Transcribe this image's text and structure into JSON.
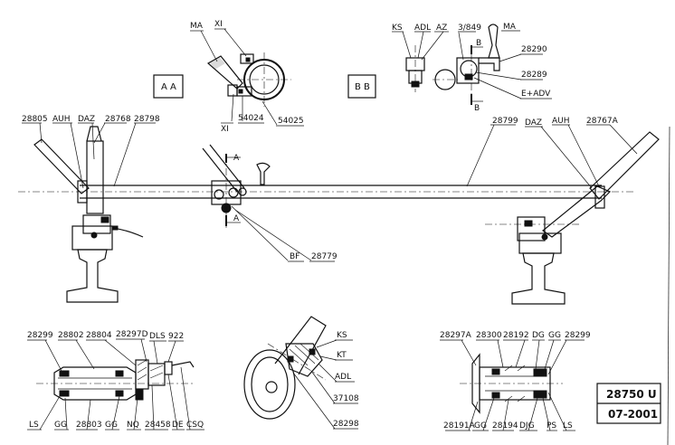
{
  "view_boxes": {
    "aa": "A A",
    "bb": "B B"
  },
  "title_block": {
    "number": "28750 U",
    "date": "07-2001"
  },
  "labels": {
    "detail_a": {
      "ma": "MA",
      "xi_top": "XI",
      "xi_bottom": "XI",
      "p54024": "54024",
      "p54025": "54025"
    },
    "detail_b": {
      "ks": "KS",
      "adl": "ADL",
      "az": "AZ",
      "s3849": "3/849",
      "b_top": "B",
      "b_bottom": "B",
      "ma": "MA",
      "p28290": "28290",
      "p28289": "28289",
      "eadv": "E+ADV"
    },
    "main": {
      "p28805": "28805",
      "auh_l": "AUH",
      "daz_l": "DAZ",
      "p28768": "28768",
      "p28798": "28798",
      "p28799": "28799",
      "daz_r": "DAZ",
      "auh_r": "AUH",
      "p28767a": "28767A",
      "a_top": "A",
      "a_bottom": "A",
      "bf": "BF",
      "p28779": "28779"
    },
    "bottom_left": {
      "p28299": "28299",
      "p28802": "28802",
      "p28804": "28804",
      "p28297d": "28297D",
      "dls": "DLS",
      "p922": "922",
      "ls": "LS",
      "gg1": "GG",
      "p28803": "28803",
      "gg2": "GG",
      "nq": "NQ",
      "p28458": "28458",
      "de": "DE",
      "csq": "CSQ"
    },
    "bottom_mid": {
      "ks": "KS",
      "kt": "KT",
      "adl": "ADL",
      "p37108": "37108",
      "p28298": "28298"
    },
    "bottom_right": {
      "p28297a": "28297A",
      "p28300": "28300",
      "p28192": "28192",
      "dg": "DG",
      "gg": "GG",
      "p28299": "28299",
      "p28191a": "28191A",
      "gg2": "GG",
      "p28194": "28194",
      "djg": "DJG",
      "ps": "PS",
      "ls": "LS"
    }
  }
}
